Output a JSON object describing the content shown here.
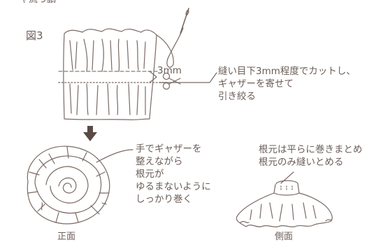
{
  "top_fragment": "ャ流っ鵬",
  "figure_label": "図3",
  "measurement": "3mm",
  "instruction_cut": [
    "縫い目下3mm程度でカットし、",
    "ギャザーを寄せて",
    "引き絞る"
  ],
  "instruction_front": [
    "手でギャザーを",
    "整えながら",
    "根元が",
    "ゆるまないように",
    "しっかり巻く"
  ],
  "instruction_side": [
    "根元は平らに巻きまとめ",
    "根元のみ縫いとめる"
  ],
  "label_front": "正面",
  "label_side": "側面",
  "colors": {
    "ink": "#6b5d57",
    "line": "#7a6a64",
    "dash": "#8a7a74",
    "arrow": "#5a4a45"
  }
}
